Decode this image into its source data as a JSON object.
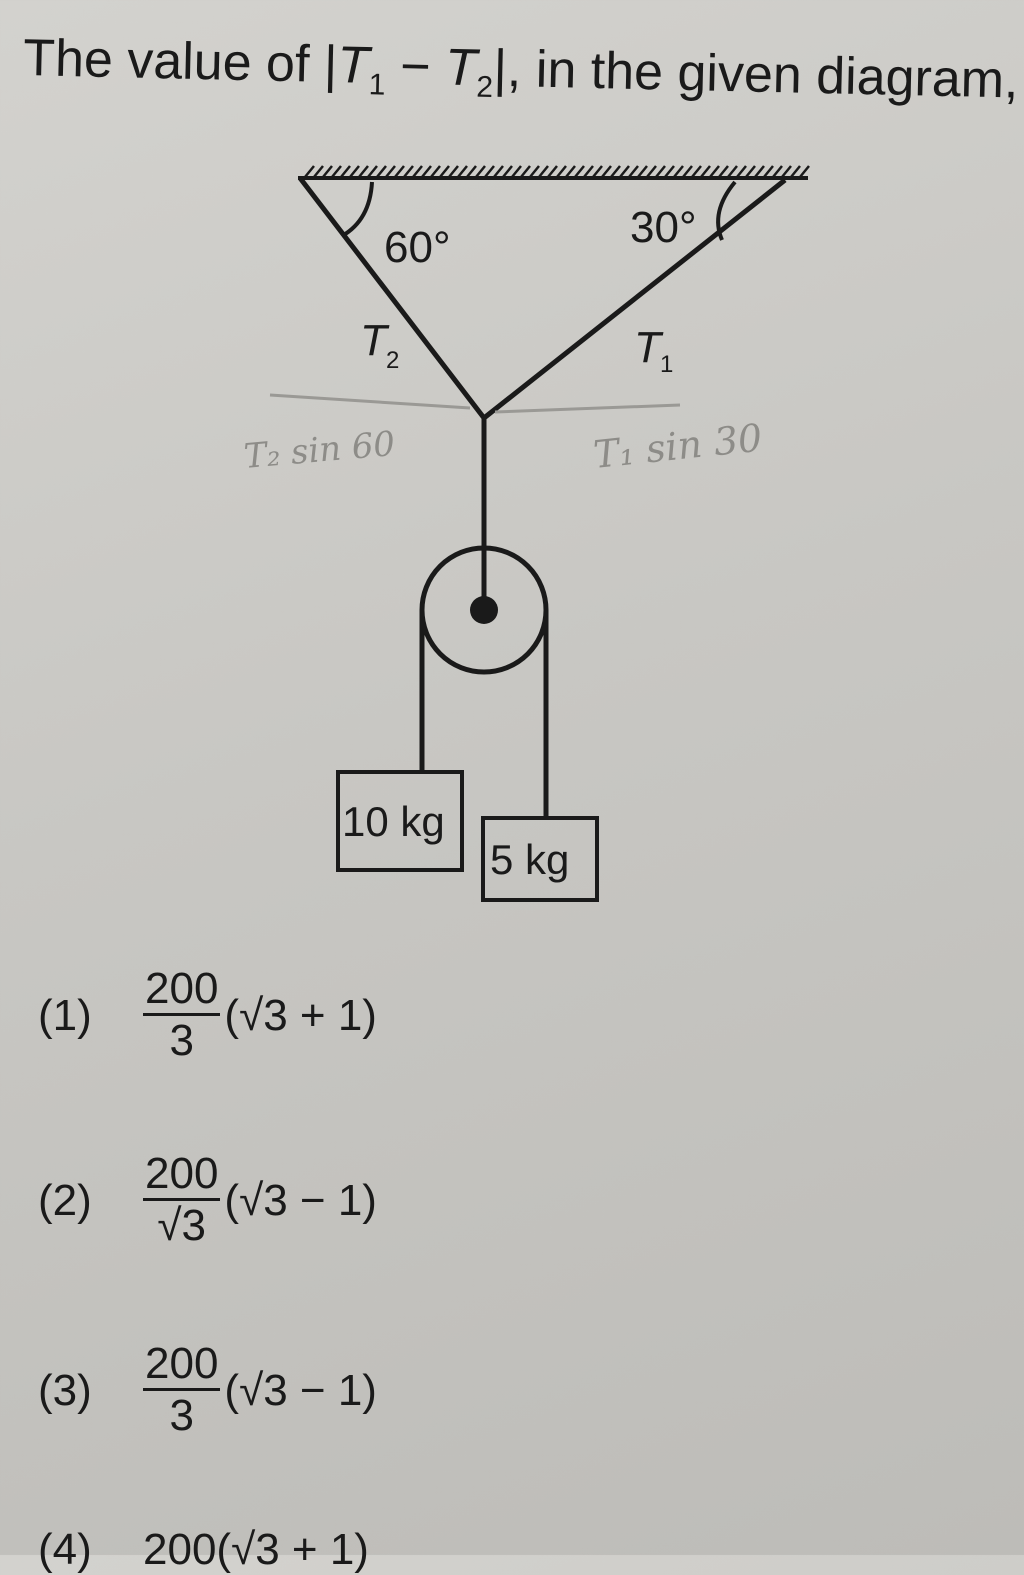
{
  "question": {
    "prefix": "The value of |",
    "t1": "T",
    "t1_sub": "1",
    "minus": " − ",
    "t2": "T",
    "t2_sub": "2",
    "suffix": "|, in the given diagram, is"
  },
  "diagram": {
    "angle_left": "60°",
    "angle_right": "30°",
    "label_t1": "T",
    "label_t1_sub": "1",
    "label_t2": "T",
    "label_t2_sub": "2",
    "mass_left": "10 kg",
    "mass_right": "5 kg",
    "handwritten_left": "T₂ sin 60",
    "handwritten_right": "T₁ sin 30"
  },
  "options": [
    {
      "num": "(1)",
      "numerator": "200",
      "denominator": "3",
      "denominator_root": false,
      "expr": "(√3 + 1)"
    },
    {
      "num": "(2)",
      "numerator": "200",
      "denominator": "3",
      "denominator_root": true,
      "expr": "(√3 − 1)"
    },
    {
      "num": "(3)",
      "numerator": "200",
      "denominator": "3",
      "denominator_root": false,
      "expr": "(√3 − 1)"
    },
    {
      "num": "(4)",
      "expr": "200(√3 + 1)"
    }
  ]
}
